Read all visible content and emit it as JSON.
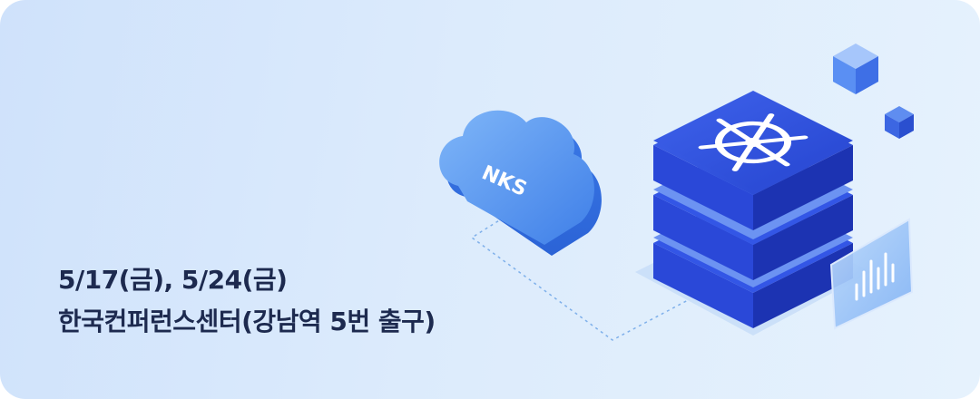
{
  "event": {
    "dates": "5/17(금), 5/24(금)",
    "venue": "한국컨퍼런스센터(강남역 5번 출구)"
  },
  "illustration": {
    "cloud_label": "NKS",
    "server_icon": "kubernetes-helm-icon",
    "monitor_icon": "bar-chart-icon"
  },
  "colors": {
    "background": "#d6e7fc",
    "text": "#1d2a4f",
    "primary_blue": "#2f55e0",
    "dark_blue": "#1b35b8",
    "cloud_blue": "#4f8ff0"
  }
}
